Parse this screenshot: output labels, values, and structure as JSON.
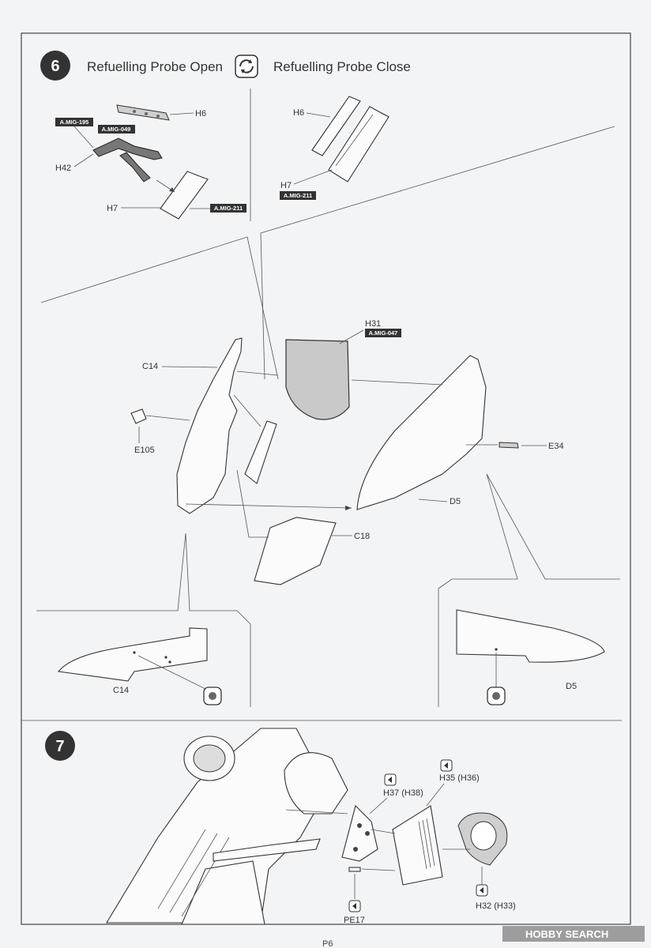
{
  "steps": [
    {
      "number": "6",
      "title_open": "Refuelling Probe Open",
      "title_close": "Refuelling Probe Close",
      "icon": "rotate-arrows-icon"
    },
    {
      "number": "7"
    }
  ],
  "paint_codes": {
    "mig195": "A.MIG-195",
    "mig049": "A.MIG-049",
    "mig211_open": "A.MIG-211",
    "mig211_close": "A.MIG-211",
    "mig047": "A.MIG-047"
  },
  "parts": {
    "h6_open": "H6",
    "h42": "H42",
    "h7_open": "H7",
    "h6_close": "H6",
    "h7_close": "H7",
    "h31": "H31",
    "c14": "C14",
    "e105": "E105",
    "e34": "E34",
    "d5": "D5",
    "c18": "C18",
    "c14_detail": "C14",
    "d5_detail": "D5",
    "h37": "H37 (H38)",
    "h35": "H35 (H36)",
    "h32": "H32 (H33)",
    "pe17": "PE17"
  },
  "page_number": "P6",
  "watermark": "HOBBY SEARCH",
  "icons": [
    "drill-hole-icon",
    "photo-etch-icon",
    "rotate-arrows-icon"
  ]
}
